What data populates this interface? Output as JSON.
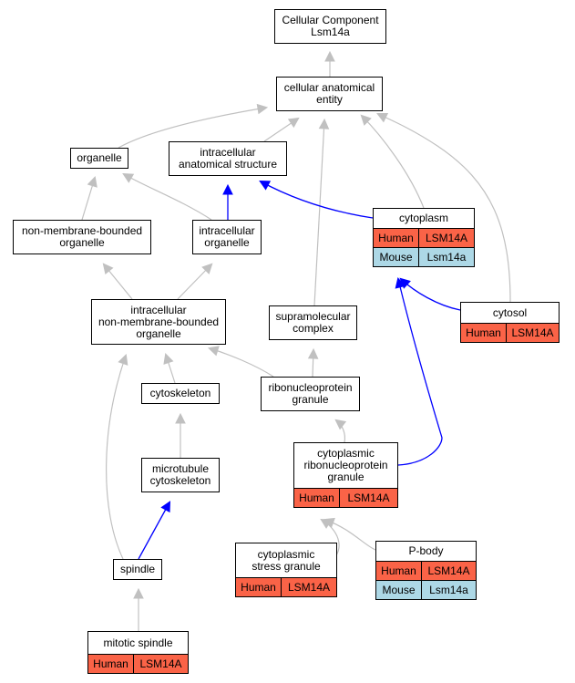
{
  "colors": {
    "human": "#fa6347",
    "mouse": "#add8e6",
    "gray_edge": "#c0c0c0",
    "blue_edge": "#0000ff"
  },
  "nodes": {
    "cellular_component": {
      "label": "Cellular Component\nLsm14a"
    },
    "cellular_anatomical_entity": {
      "label": "cellular anatomical\nentity"
    },
    "organelle": {
      "label": "organelle"
    },
    "intracellular_anatomical_structure": {
      "label": "intracellular\nanatomical structure"
    },
    "non_membrane_bounded_organelle": {
      "label": "non-membrane-bounded\norganelle"
    },
    "intracellular_organelle": {
      "label": "intracellular\norganelle"
    },
    "cytoplasm": {
      "label": "cytoplasm",
      "rows": [
        {
          "species": "Human",
          "gene": "LSM14A"
        },
        {
          "species": "Mouse",
          "gene": "Lsm14a"
        }
      ]
    },
    "cytosol": {
      "label": "cytosol",
      "rows": [
        {
          "species": "Human",
          "gene": "LSM14A"
        }
      ]
    },
    "intracellular_nmb_organelle": {
      "label": "intracellular\nnon-membrane-bounded\norganelle"
    },
    "supramolecular_complex": {
      "label": "supramolecular\ncomplex"
    },
    "cytoskeleton": {
      "label": "cytoskeleton"
    },
    "ribonucleoprotein_granule": {
      "label": "ribonucleoprotein\ngranule"
    },
    "microtubule_cytoskeleton": {
      "label": "microtubule\ncytoskeleton"
    },
    "cytoplasmic_rnp_granule": {
      "label": "cytoplasmic\nribonucleoprotein\ngranule",
      "rows": [
        {
          "species": "Human",
          "gene": "LSM14A"
        }
      ]
    },
    "spindle": {
      "label": "spindle"
    },
    "cytoplasmic_stress_granule": {
      "label": "cytoplasmic\nstress granule",
      "rows": [
        {
          "species": "Human",
          "gene": "LSM14A"
        }
      ]
    },
    "p_body": {
      "label": "P-body",
      "rows": [
        {
          "species": "Human",
          "gene": "LSM14A"
        },
        {
          "species": "Mouse",
          "gene": "Lsm14a"
        }
      ]
    },
    "mitotic_spindle": {
      "label": "mitotic spindle",
      "rows": [
        {
          "species": "Human",
          "gene": "LSM14A"
        }
      ]
    }
  },
  "edges": [
    {
      "from": "cellular_anatomical_entity",
      "to": "cellular_component",
      "kind": "gray"
    },
    {
      "from": "organelle",
      "to": "cellular_anatomical_entity",
      "kind": "gray"
    },
    {
      "from": "intracellular_anatomical_structure",
      "to": "cellular_anatomical_entity",
      "kind": "gray"
    },
    {
      "from": "supramolecular_complex",
      "to": "cellular_anatomical_entity",
      "kind": "gray"
    },
    {
      "from": "cytoplasm",
      "to": "cellular_anatomical_entity",
      "kind": "gray"
    },
    {
      "from": "cytosol",
      "to": "cellular_anatomical_entity",
      "kind": "gray"
    },
    {
      "from": "non_membrane_bounded_organelle",
      "to": "organelle",
      "kind": "gray"
    },
    {
      "from": "intracellular_organelle",
      "to": "organelle",
      "kind": "gray"
    },
    {
      "from": "intracellular_organelle",
      "to": "intracellular_anatomical_structure",
      "kind": "blue"
    },
    {
      "from": "cytoplasm",
      "to": "intracellular_anatomical_structure",
      "kind": "blue"
    },
    {
      "from": "intracellular_nmb_organelle",
      "to": "non_membrane_bounded_organelle",
      "kind": "gray"
    },
    {
      "from": "intracellular_nmb_organelle",
      "to": "intracellular_organelle",
      "kind": "gray"
    },
    {
      "from": "cytosol",
      "to": "cytoplasm",
      "kind": "blue"
    },
    {
      "from": "cytoplasmic_rnp_granule",
      "to": "cytoplasm",
      "kind": "blue"
    },
    {
      "from": "cytoskeleton",
      "to": "intracellular_nmb_organelle",
      "kind": "gray"
    },
    {
      "from": "ribonucleoprotein_granule",
      "to": "intracellular_nmb_organelle",
      "kind": "gray"
    },
    {
      "from": "spindle",
      "to": "intracellular_nmb_organelle",
      "kind": "gray"
    },
    {
      "from": "ribonucleoprotein_granule",
      "to": "supramolecular_complex",
      "kind": "gray"
    },
    {
      "from": "microtubule_cytoskeleton",
      "to": "cytoskeleton",
      "kind": "gray"
    },
    {
      "from": "cytoplasmic_rnp_granule",
      "to": "ribonucleoprotein_granule",
      "kind": "gray"
    },
    {
      "from": "spindle",
      "to": "microtubule_cytoskeleton",
      "kind": "blue"
    },
    {
      "from": "cytoplasmic_stress_granule",
      "to": "cytoplasmic_rnp_granule",
      "kind": "gray"
    },
    {
      "from": "p_body",
      "to": "cytoplasmic_rnp_granule",
      "kind": "gray"
    },
    {
      "from": "mitotic_spindle",
      "to": "spindle",
      "kind": "gray"
    }
  ]
}
